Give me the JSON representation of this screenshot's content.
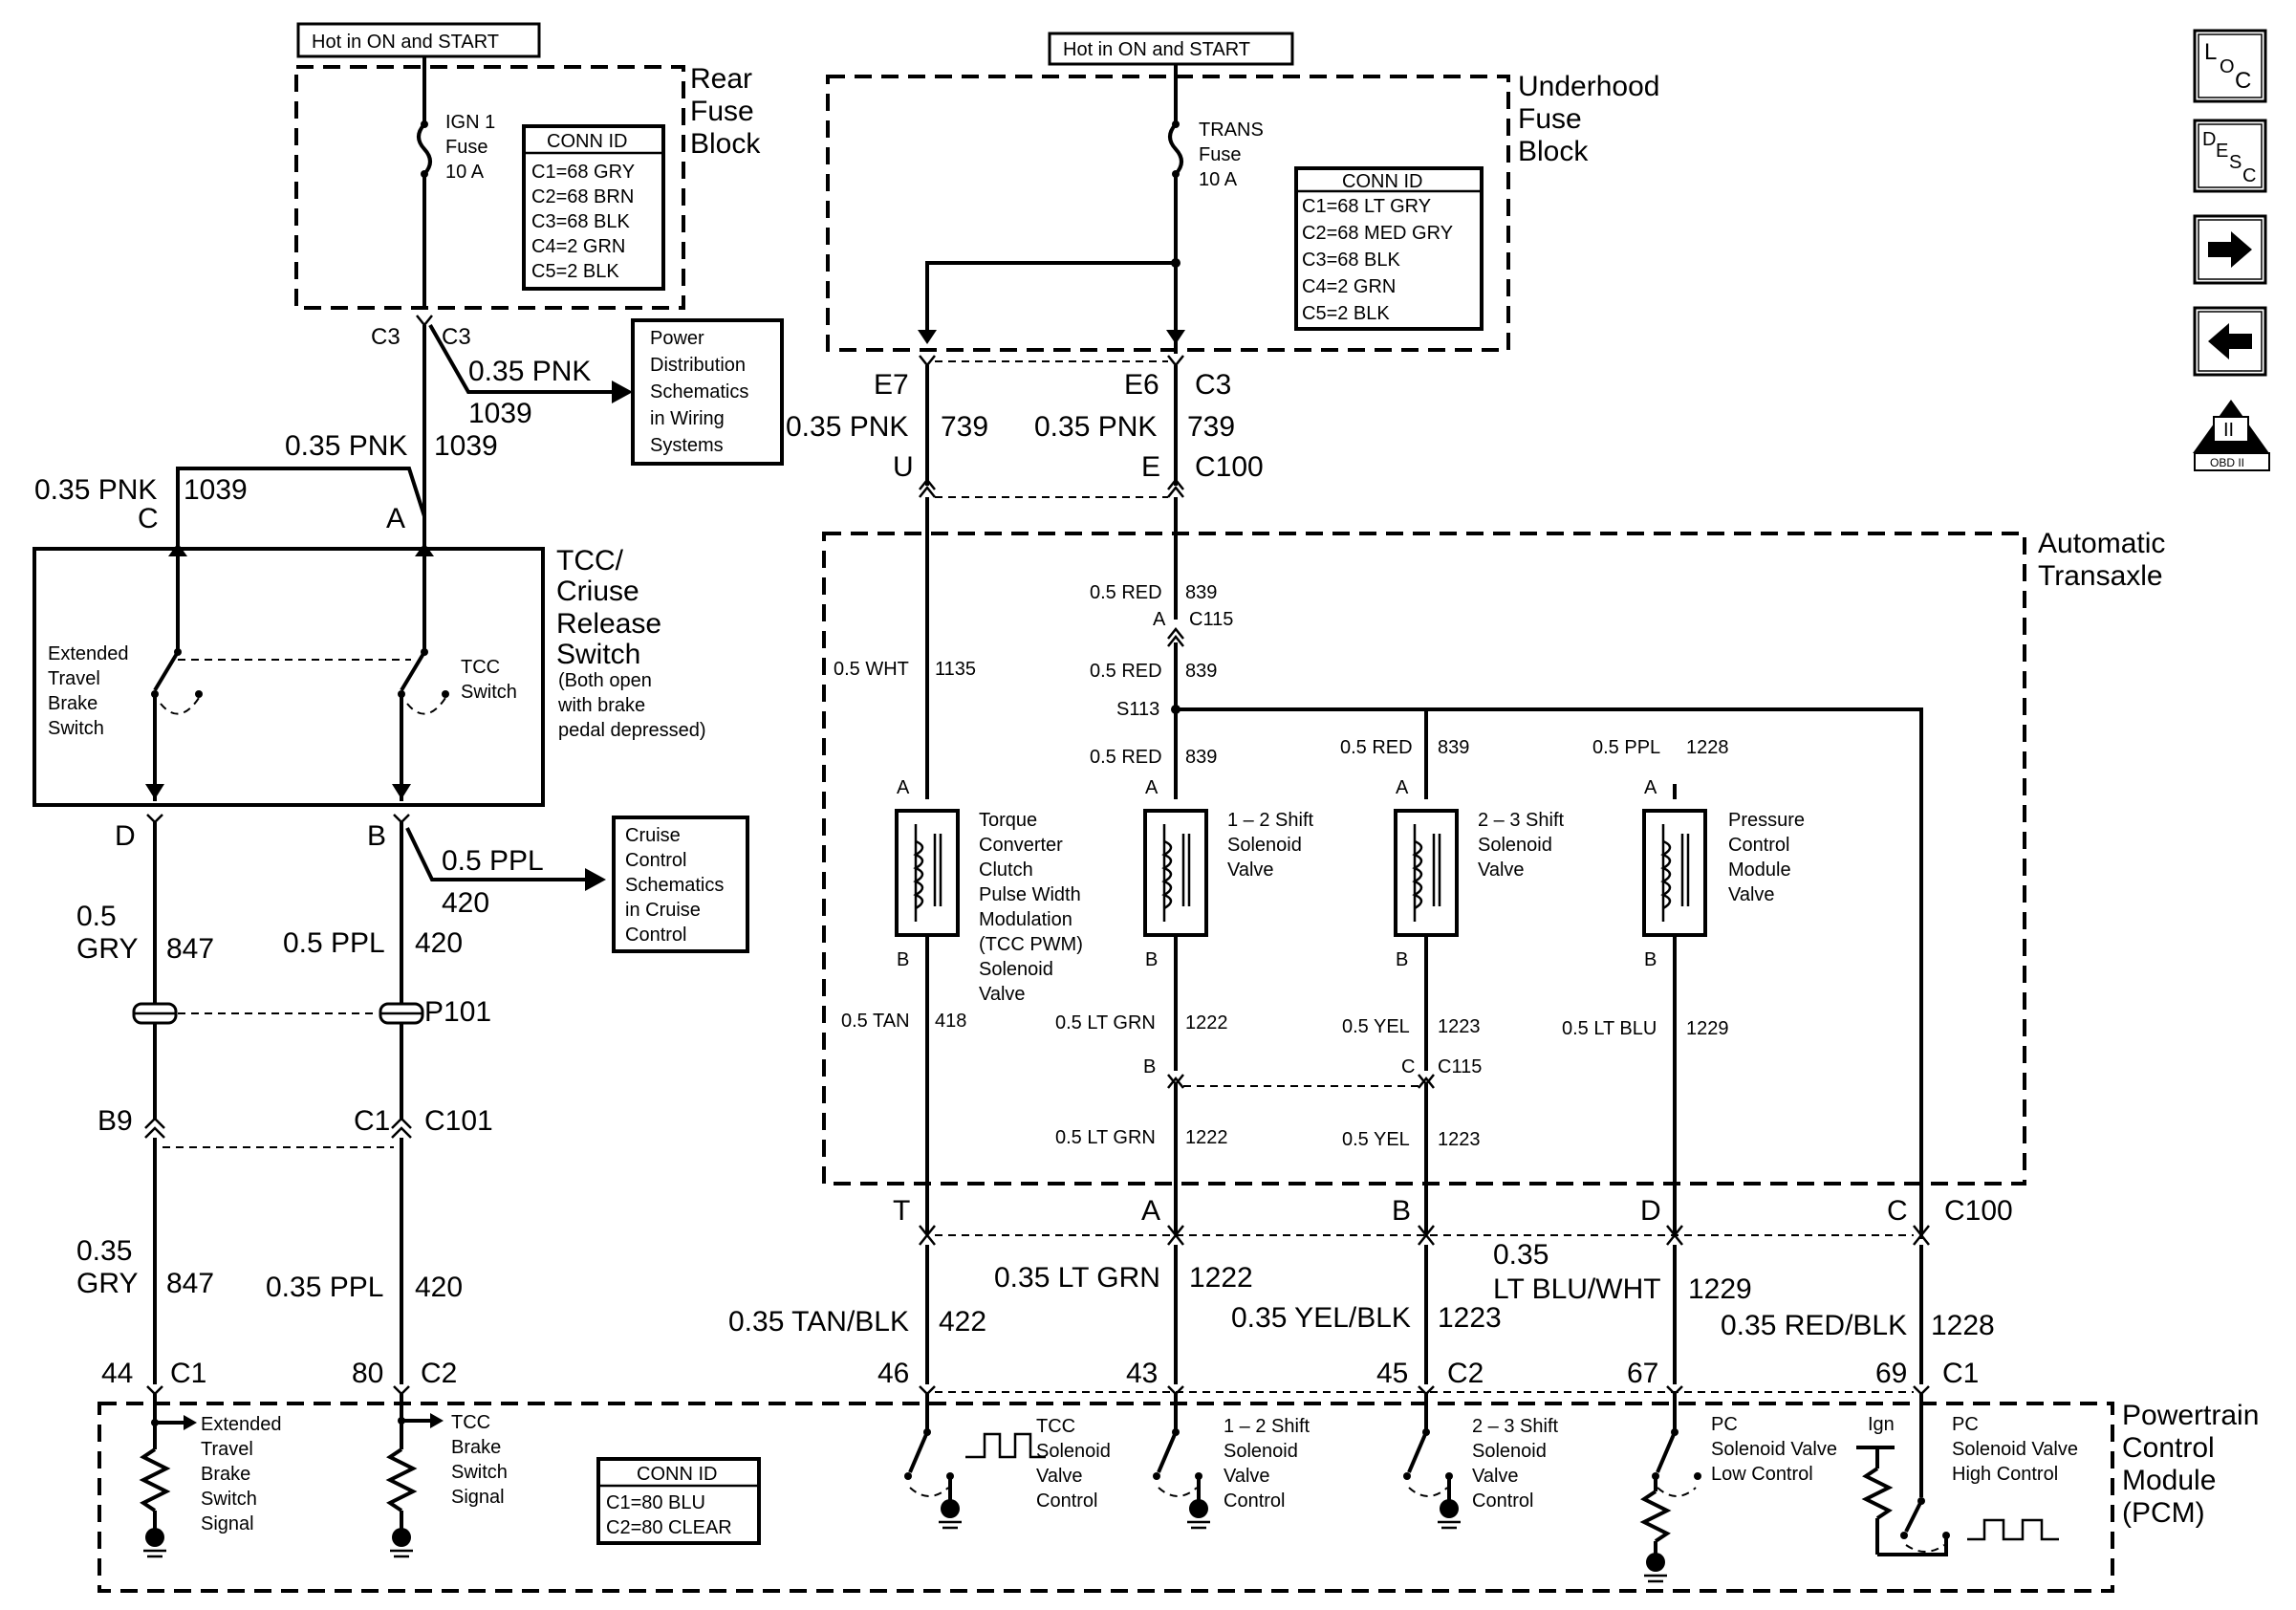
{
  "power": {
    "left_header": "Hot in ON and START",
    "right_header": "Hot in ON and START"
  },
  "rear_fuse_block": {
    "title": [
      "Rear",
      "Fuse",
      "Block"
    ],
    "fuse": [
      "IGN 1",
      "Fuse",
      "10 A"
    ],
    "conn_id_title": "CONN ID",
    "conn_ids": [
      "C1=68 GRY",
      "C2=68 BRN",
      "C3=68 BLK",
      "C4=2 GRN",
      "C5=2 BLK"
    ]
  },
  "underhood_fuse_block": {
    "title": [
      "Underhood",
      "Fuse",
      "Block"
    ],
    "fuse": [
      "TRANS",
      "Fuse",
      "10 A"
    ],
    "conn_id_title": "CONN ID",
    "conn_ids": [
      "C1=68 LT GRY",
      "C2=68 MED GRY",
      "C3=68 BLK",
      "C4=2 GRN",
      "C5=2 BLK"
    ]
  },
  "nav_icons": [
    "loc-icon",
    "desc-icon",
    "next-arrow-icon",
    "prev-arrow-icon",
    "obd-ii-icon"
  ],
  "icon_text": {
    "loc": [
      "L",
      "O",
      "C"
    ],
    "desc": [
      "D",
      "E",
      "S",
      "C"
    ],
    "obd": [
      "II",
      "OBD II"
    ]
  },
  "left_circuit": {
    "c3_left": "C3",
    "c3_right": "C3",
    "pnk_branch_wire": "0.35 PNK",
    "pnk_branch_circuit": "1039",
    "power_dist_ref": [
      "Power",
      "Distribution",
      "Schematics",
      "in Wiring",
      "Systems"
    ],
    "pnk_top_wire": "0.35 PNK",
    "pnk_top_circuit": "1039",
    "pnk_left_wire": "0.35 PNK",
    "pnk_left_circuit": "1039",
    "pin_c": "C",
    "pin_a": "A",
    "pin_d": "D",
    "pin_b": "B",
    "switch_title": [
      "TCC/",
      "Criuse",
      "Release",
      "Switch"
    ],
    "switch_note": [
      "(Both open",
      "with brake",
      "pedal depressed)"
    ],
    "ext_switch": [
      "Extended",
      "Travel",
      "Brake",
      "Switch"
    ],
    "tcc_switch": [
      "TCC",
      "Switch"
    ],
    "ppl_branch_wire": "0.5 PPL",
    "ppl_branch_circuit": "420",
    "cruise_ref": [
      "Cruise",
      "Control",
      "Schematics",
      "in Cruise",
      "Control"
    ],
    "gry_wire": [
      "0.5",
      "GRY"
    ],
    "gry_circuit": "847",
    "ppl_wire": "0.5 PPL",
    "ppl_circuit": "420",
    "p101": "P101",
    "b9": "B9",
    "c1": "C1",
    "c101": "C101",
    "gry_pcm_wire": [
      "0.35",
      "GRY"
    ],
    "gry_pcm_circuit": "847",
    "ppl_pcm_wire": "0.35 PPL",
    "ppl_pcm_circuit": "420"
  },
  "top_right": {
    "e7": "E7",
    "e6": "E6",
    "c3": "C3",
    "pnk1_wire": "0.35 PNK",
    "pnk1_circuit": "739",
    "pnk2_wire": "0.35 PNK",
    "pnk2_circuit": "739",
    "u": "U",
    "e": "E",
    "c100": "C100"
  },
  "transaxle": {
    "title": [
      "Automatic",
      "Transaxle"
    ],
    "red_a_wire": "0.5 RED",
    "red_a_circuit": "839",
    "pin_a": "A",
    "c115": "C115",
    "wht_wire": "0.5 WHT",
    "wht_circuit": "1135",
    "red_b_wire": "0.5 RED",
    "red_b_circuit": "839",
    "s113": "S113",
    "red_c_wire": "0.5 RED",
    "red_c_circuit": "839",
    "red_d_wire": "0.5 RED",
    "red_d_circuit": "839",
    "ppl_wire": "0.5 PPL",
    "ppl_circuit": "1228",
    "sol1": [
      "Torque",
      "Converter",
      "Clutch",
      "Pulse Width",
      "Modulation",
      "(TCC PWM)",
      "Solenoid",
      "Valve"
    ],
    "sol2": [
      "1 – 2 Shift",
      "Solenoid",
      "Valve"
    ],
    "sol3": [
      "2 – 3 Shift",
      "Solenoid",
      "Valve"
    ],
    "sol4": [
      "Pressure",
      "Control",
      "Module",
      "Valve"
    ],
    "pin_a_label": "A",
    "pin_b_label": "B",
    "tan_wire": "0.5 TAN",
    "tan_circuit": "418",
    "ltgrn_wire": "0.5 LT GRN",
    "ltgrn_circuit": "1222",
    "yel_wire": "0.5 YEL",
    "yel_circuit": "1223",
    "ltblu_wire": "0.5 LT BLU",
    "ltblu_circuit": "1229",
    "c115_b": "B",
    "c115_c": "C",
    "ltgrn2_wire": "0.5 LT GRN",
    "ltgrn2_circuit": "1222",
    "yel2_wire": "0.5 YEL",
    "yel2_circuit": "1223"
  },
  "c100_bottom": {
    "t": "T",
    "a": "A",
    "b": "B",
    "d": "D",
    "c": "C",
    "c100": "C100"
  },
  "pcm_wires": {
    "tanblk_wire": "0.35 TAN/BLK",
    "tanblk_circuit": "422",
    "ltgrn_wire": "0.35 LT GRN",
    "ltgrn_circuit": "1222",
    "yelblk_wire": "0.35 YEL/BLK",
    "yelblk_circuit": "1223",
    "ltbluwht_wire": [
      "0.35",
      "LT BLU/WHT"
    ],
    "ltbluwht_circuit": "1229",
    "redblk_wire": "0.35 RED/BLK",
    "redblk_circuit": "1228"
  },
  "pcm_pins": {
    "p44": "44",
    "c1a": "C1",
    "p80": "80",
    "c2a": "C2",
    "p46": "46",
    "p43": "43",
    "p45": "45",
    "c2b": "C2",
    "p67": "67",
    "p69": "69",
    "c1b": "C1"
  },
  "pcm": {
    "title": [
      "Powertrain",
      "Control",
      "Module",
      "(PCM)"
    ],
    "ext_signal": [
      "Extended",
      "Travel",
      "Brake",
      "Switch",
      "Signal"
    ],
    "tcc_signal": [
      "TCC",
      "Brake",
      "Switch",
      "Signal"
    ],
    "conn_id_title": "CONN ID",
    "conn_ids": [
      "C1=80 BLU",
      "C2=80 CLEAR"
    ],
    "tcc_ctrl": [
      "TCC",
      "Solenoid",
      "Valve",
      "Control"
    ],
    "s12_ctrl": [
      "1 – 2 Shift",
      "Solenoid",
      "Valve",
      "Control"
    ],
    "s23_ctrl": [
      "2 – 3 Shift",
      "Solenoid",
      "Valve",
      "Control"
    ],
    "pc_low": [
      "PC",
      "Solenoid Valve",
      "Low Control"
    ],
    "ign": "Ign",
    "pc_high": [
      "PC",
      "Solenoid Valve",
      "High Control"
    ]
  }
}
